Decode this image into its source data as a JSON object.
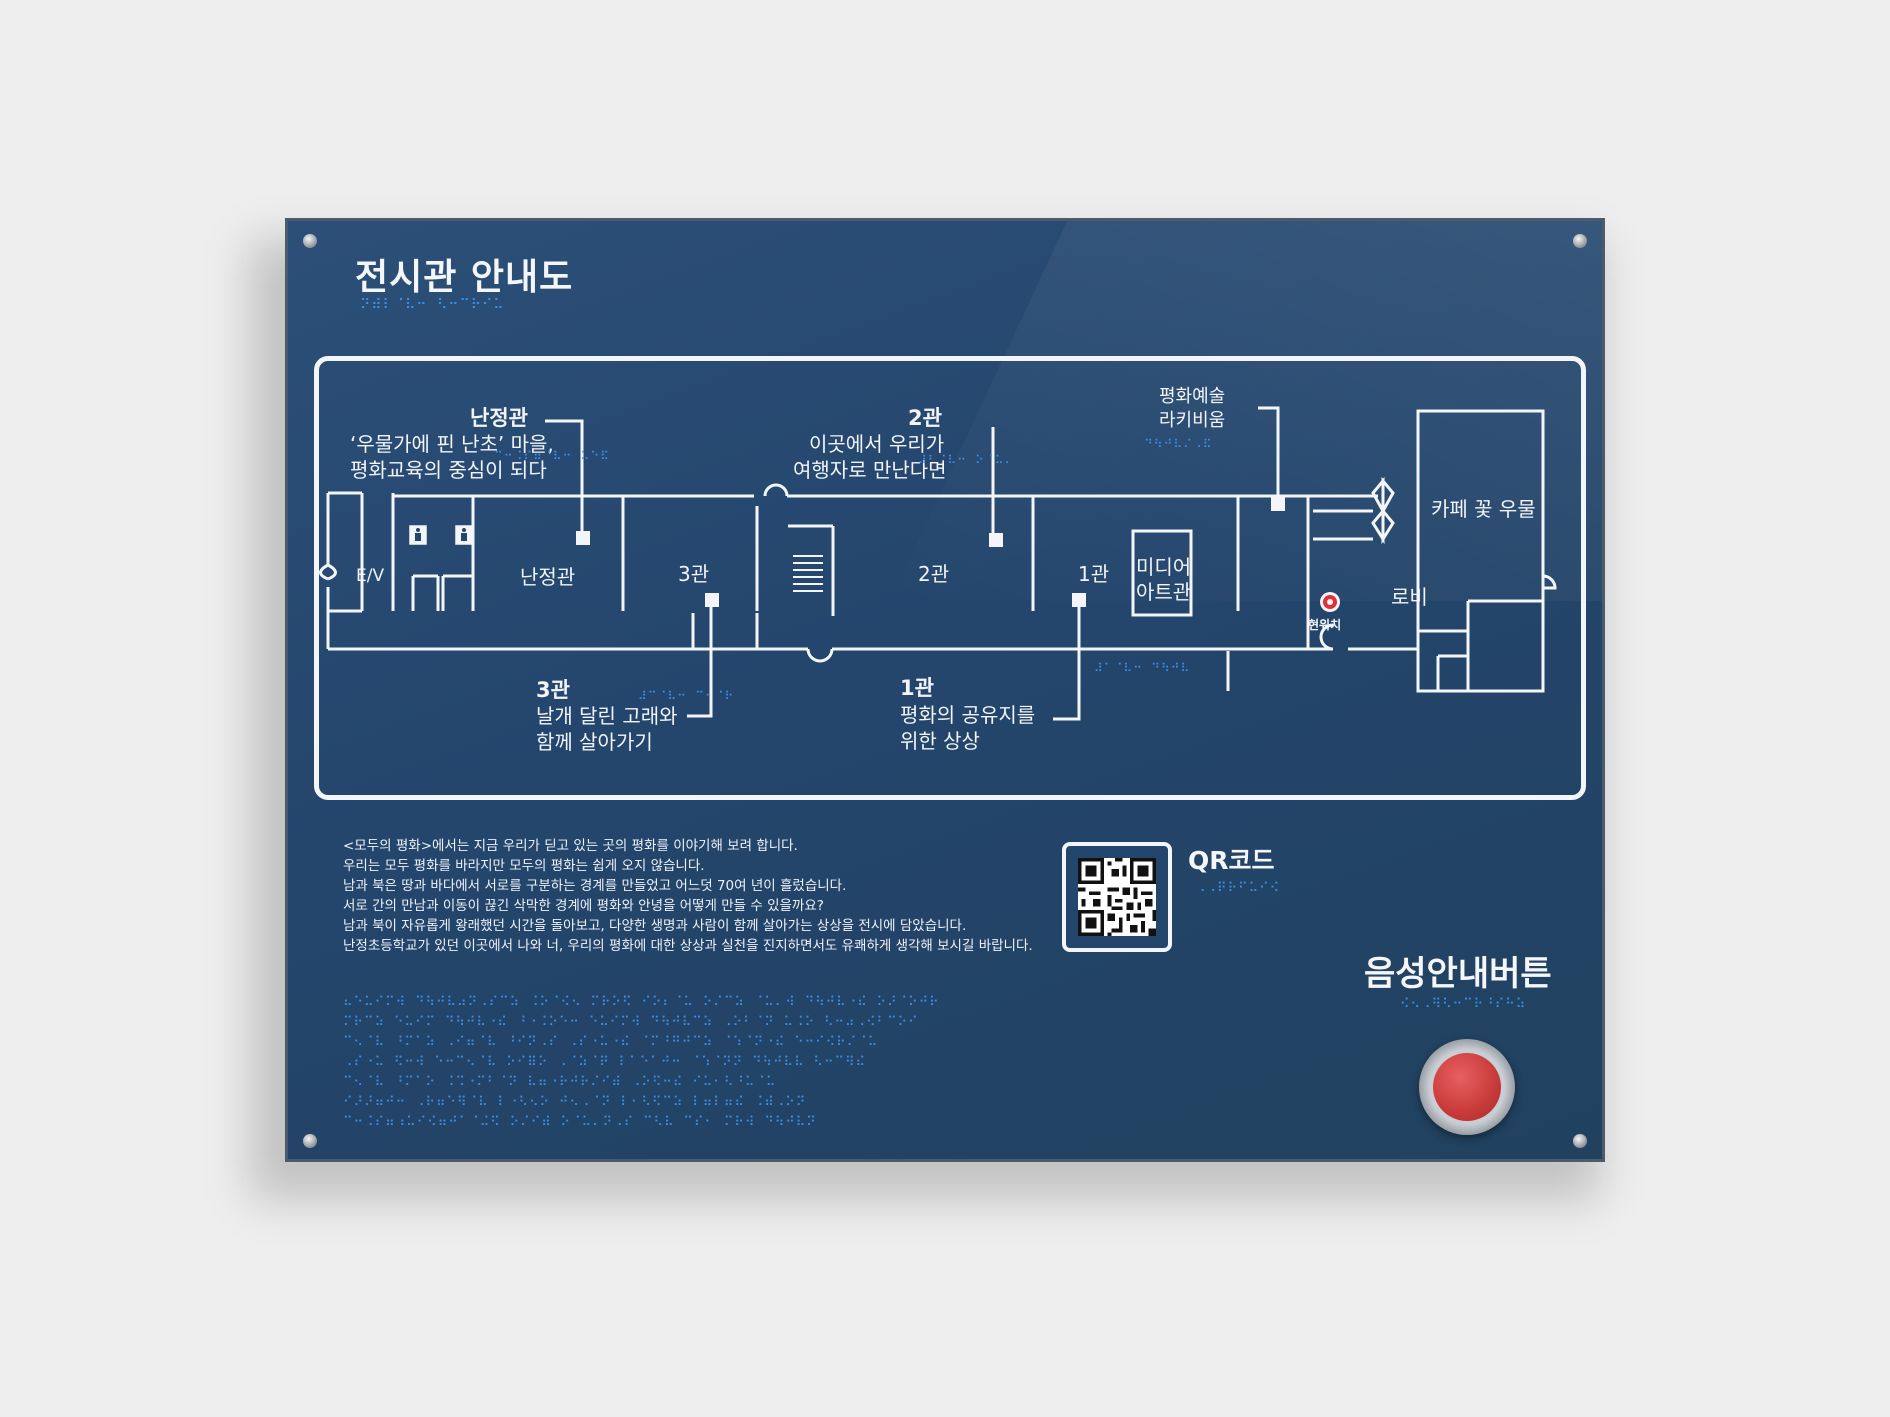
{
  "sign": {
    "title": "전시관 안내도",
    "title_braille": "⠝⠾⠇⠈⠧⠒ ⠣⠒⠉⠗⠊⠥",
    "colors": {
      "board": "#24466d",
      "line": "#f3f5f8",
      "braille": "#3d8fe6",
      "button": "#c83a3a"
    }
  },
  "map": {
    "callouts": {
      "nanjeong": {
        "title": "난정관",
        "line1": "‘우물가에 핀 난초’ 마을,",
        "line2": "평화교육의 중심이 되다",
        "braille": "⠉⠒⠨⠎⠶⠈⠧⠒ ⠥⠑⠯"
      },
      "hall2": {
        "title": "2관",
        "line1": "이곳에서 우리가",
        "line2": "여행자로 만난다면",
        "braille": "⠼⠃⠈⠧⠒ ⠕⠈⠥⠄"
      },
      "art": {
        "line1": "평화예술",
        "line2": "라키비움",
        "braille": "⠙⠳⠚⠧⠌⠠⠯"
      },
      "hall3": {
        "title": "3관",
        "line1": "날개 달린 고래와",
        "line2": "함께 살아가기",
        "braille": "⠼⠉⠈⠧⠒ ⠉⠂⠈⠗"
      },
      "hall1": {
        "title": "1관",
        "line1": "평화의 공유지를",
        "line2": "위한 상상",
        "braille": "⠼⠁⠈⠧⠒ ⠙⠳⠚⠧"
      }
    },
    "rooms": {
      "ev": "E/V",
      "nanjeong": "난정관",
      "hall3": "3관",
      "hall2": "2관",
      "hall1": "1관",
      "media1": "미디어",
      "media2": "아트관",
      "cafe": "카페 꽃 우물",
      "lobby": "로비",
      "current": "현위치"
    }
  },
  "description": {
    "lines": [
      "<모두의 평화>에서는 지금 우리가 딛고 있는 곳의 평화를 이야기해 보려 합니다.",
      "우리는 모두 평화를 바라지만 모두의 평화는 쉽게 오지 않습니다.",
      "남과 북은 땅과 바다에서 서로를 구분하는 경계를 만들었고 어느덧 70여 년이 흘렀습니다.",
      "서로 간의 만남과 이동이 끊긴 삭막한 경계에 평화와 안녕을 어떻게 만들 수 있을까요?",
      "남과 북이 자유롭게 왕래했던 시간을 돌아보고, 다양한 생명과 사람이 함께 살아가는 상상을 전시에 담았습니다.",
      "난정초등학교가 있던 이곳에서 나와 너, 우리의 평화에 대한 상상과 실천을 진지하면서도 유쾌하게 생각해 보시길 바랍니다."
    ],
    "braille_lines": [
      "⠦⠑⠥⠊⠍⠺ ⠙⠳⠚⠧⠴⠝⠠⠎⠉⠵ ⠨⠕⠈⠪⠢ ⠍⠗⠕⠫ ⠊⠕⠆⠈⠥ ⠕⠌⠉⠵ ⠈⠥⠄⠺ ⠙⠳⠚⠧⠐⠮ ⠕⠜⠈⠕⠚⠗",
      "⠍⠗⠉⠵ ⠑⠥⠊⠍ ⠙⠳⠚⠧⠐⠮ ⠘⠐⠨⠕⠑⠒ ⠑⠥⠊⠍⠺ ⠙⠳⠚⠧⠉⠵ ⠠⠕⠃⠈⠝ ⠥⠨⠕ ⠣⠒⠴⠠⠪⠃⠉⠕⠊",
      "⠉⠢⠈⠧ ⠘⠍⠁⠵ ⠠⠊⠶⠈⠧ ⠘⠊⠝⠠⠎ ⠠⠎⠐⠥⠐⠮ ⠈⠍⠘⠛⠚⠉⠵ ⠈⠱⠈⠝⠐⠮ ⠑⠒⠊⠪⠗⠌⠈⠥",
      "⠠⠎⠐⠥ ⠫⠒⠺ ⠑⠒⠉⠢⠈⠧ ⠕⠊⠿⠕ ⠠⠈⠵⠈⠟ ⠇⠁⠑⠁⠚⠒ ⠈⠱⠈⠝⠝ ⠙⠳⠚⠧⠧ ⠣⠒⠉⠻⠮",
      "⠉⠢⠈⠧ ⠘⠍⠁⠕ ⠨⠩⠐⠍⠃⠈⠝ ⠧⠶⠐⠗⠚⠗⠌⠊⠾ ⠠⠕⠫⠒⠮ ⠊⠥⠂⠣⠘⠥⠈⠥",
      "⠊⠜⠜⠶⠚⠒ ⠠⠗⠶⠑⠻⠈⠧ ⠇⠐⠣⠢⠕ ⠚⠢⠠⠈⠝ ⠇⠂⠣⠫⠉⠵ ⠇⠶⠇⠶⠮ ⠨⠾⠠⠕⠝",
      "⠉⠒⠨⠎⠶⠰⠥⠊⠪⠶⠚⠁⠈⠬⠫ ⠕⠌⠊⠾ ⠕⠈⠥⠄⠝⠠⠎ ⠉⠣⠧ ⠉⠎⠂ ⠍⠗⠺ ⠙⠳⠚⠧⠝"
    ]
  },
  "qr": {
    "title": "QR코드",
    "braille": "⠠⠠⠟⠗⠋⠥⠊⠪"
  },
  "voice": {
    "title": "음성안내버튼",
    "braille": "⠪⠢⠠⠻⠣⠒⠉⠗⠘⠎⠓⠵"
  }
}
